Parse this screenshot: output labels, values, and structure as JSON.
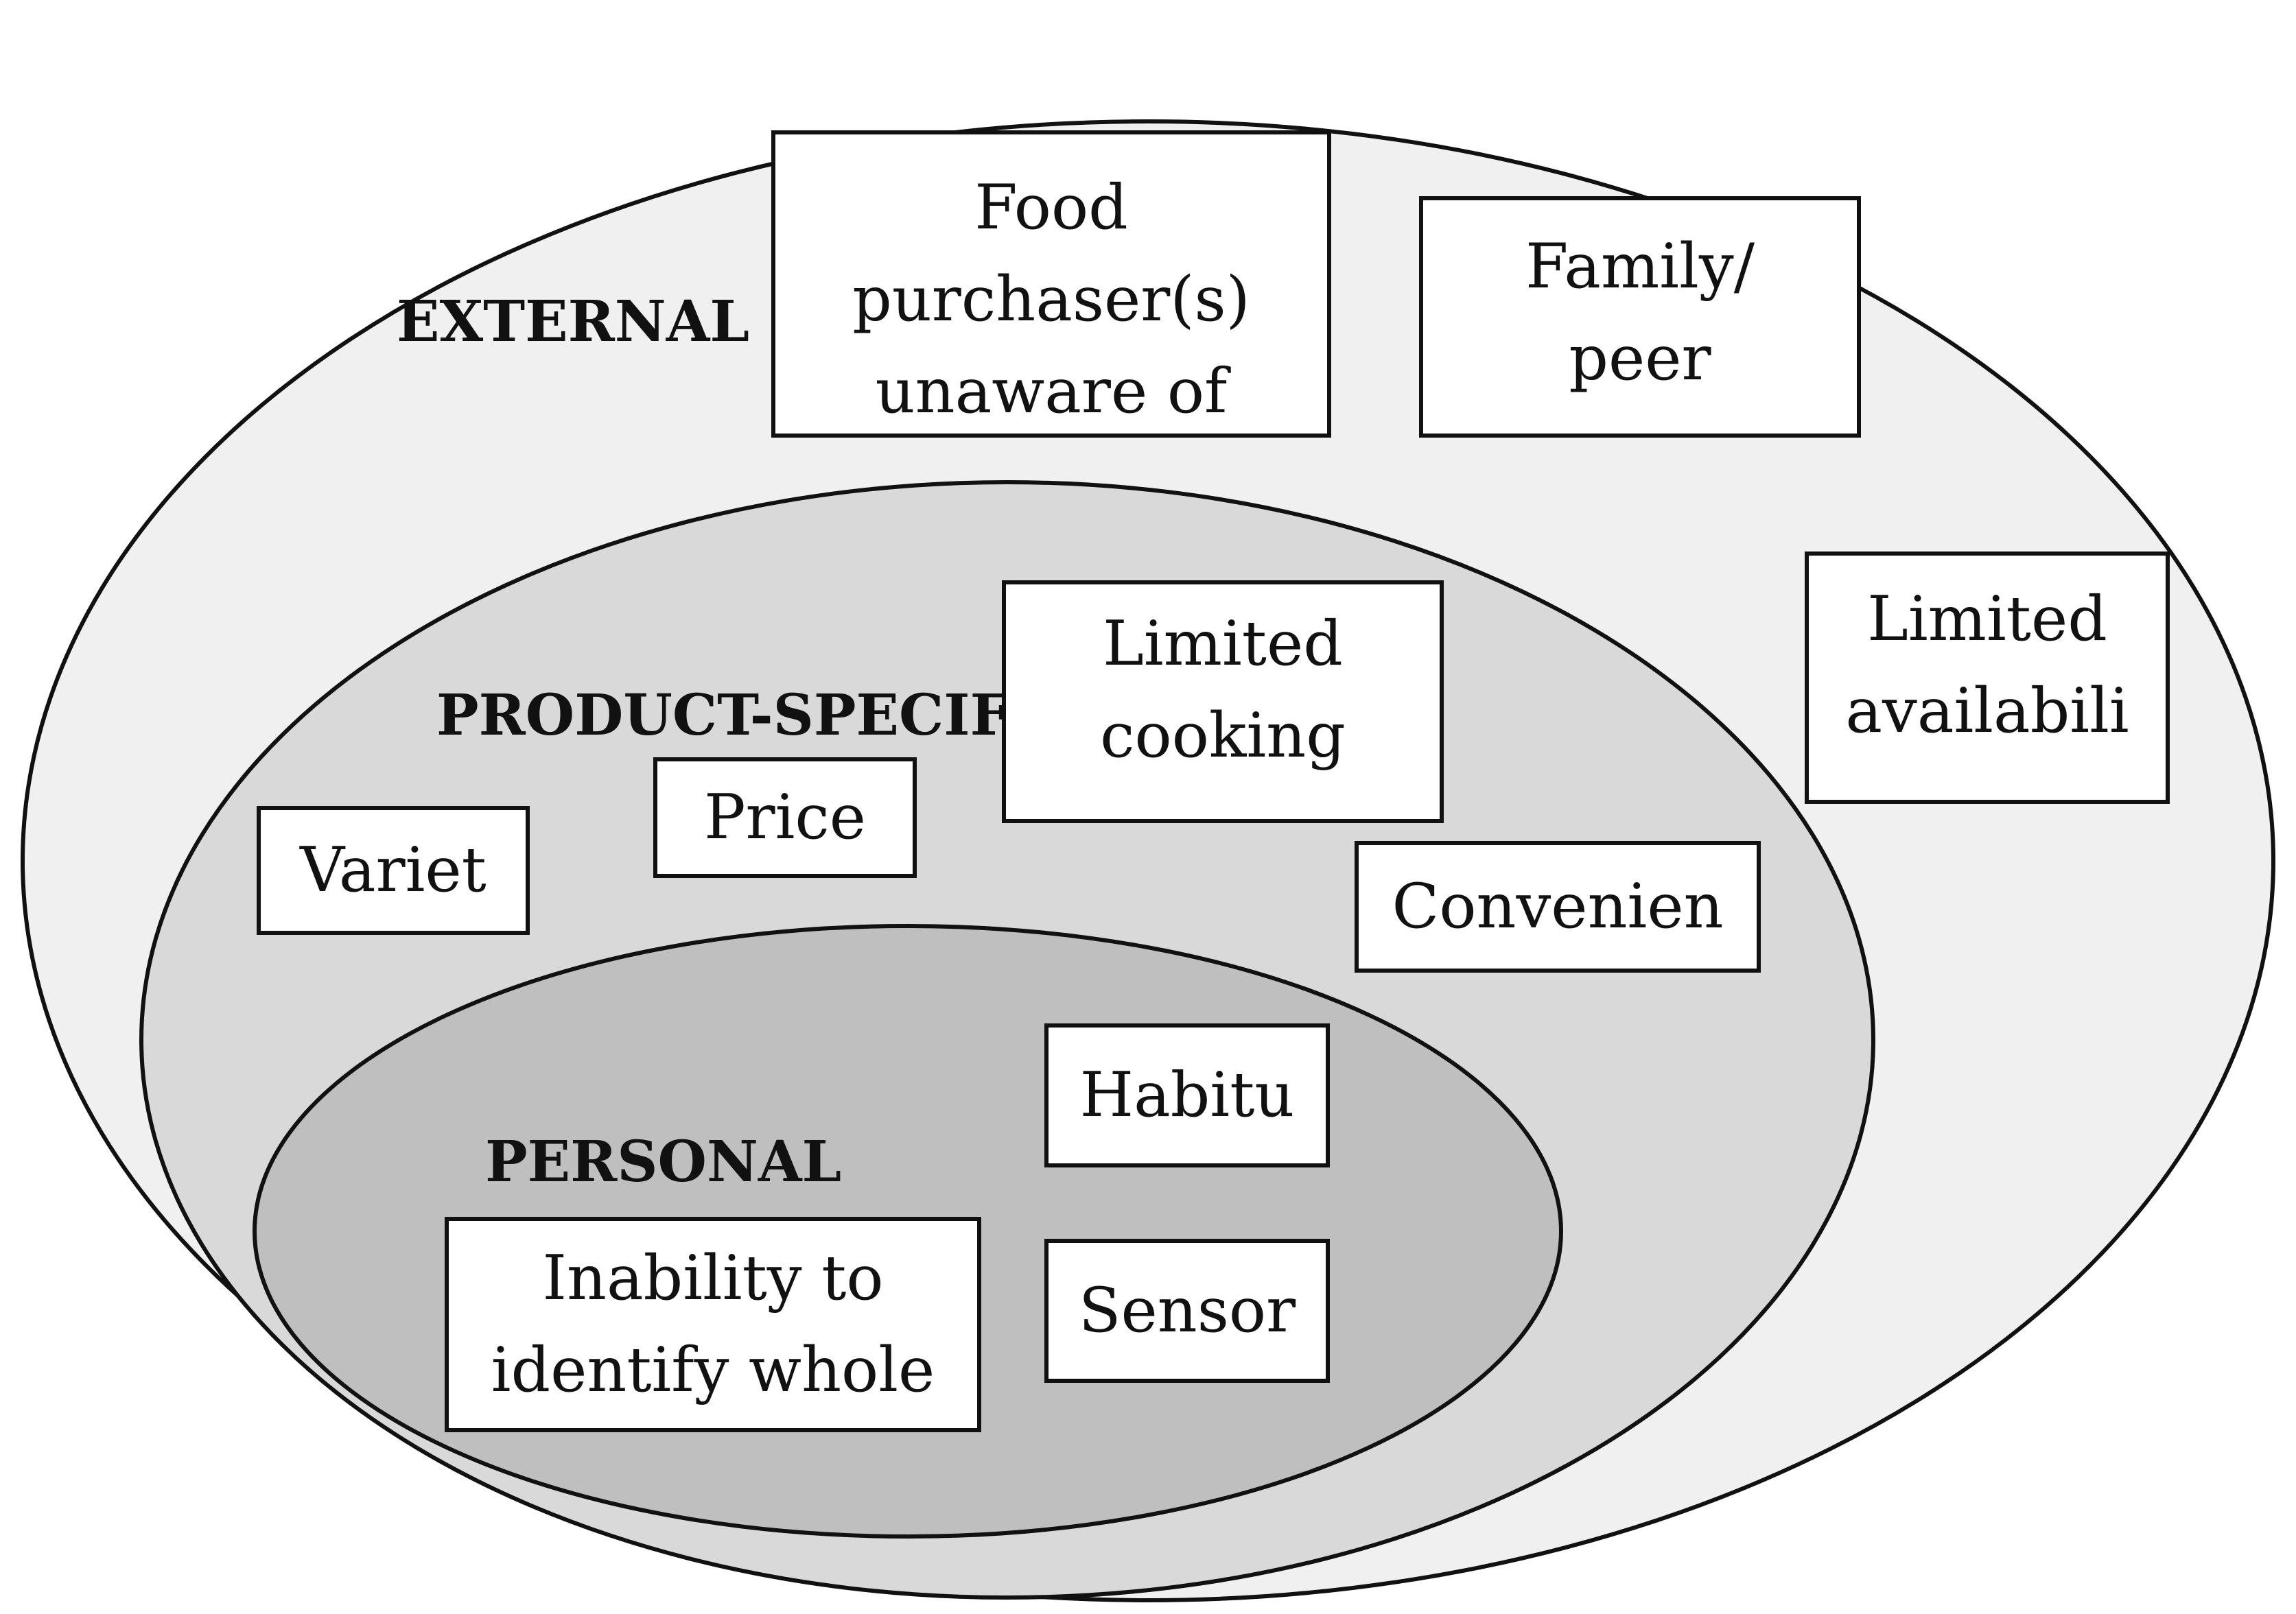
{
  "colors": {
    "external_fill": "#f0f0f0",
    "product_fill": "#d9d9d9",
    "personal_fill": "#bfbfbf",
    "stroke": "#111111",
    "box_fill": "#ffffff"
  },
  "layers": {
    "external": {
      "label": "EXTERNAL"
    },
    "product": {
      "label": "PRODUCT-SPECIF"
    },
    "personal": {
      "label": "PERSONAL"
    }
  },
  "boxes": {
    "food_purchaser": "Food\npurchaser(s)\nunaware of",
    "family_peer": "Family/\npeer",
    "limited_availability": "Limited\navailabili",
    "limited_cooking": "Limited\ncooking",
    "price": "Price",
    "variety": "Variet",
    "convenience": "Convenien",
    "habitual": "Habitu",
    "sensory": "Sensor",
    "inability": "Inability to\nidentify whole"
  }
}
